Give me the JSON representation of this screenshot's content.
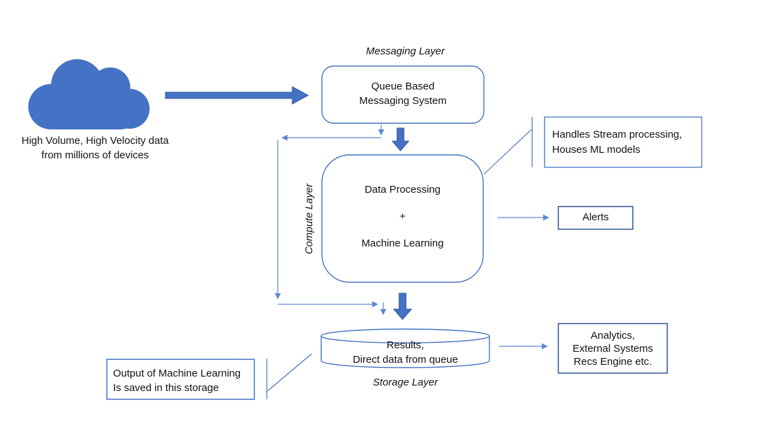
{
  "colors": {
    "shape_blue": "#4472C4",
    "dark_border_blue": "#2F5597",
    "connector_blue": "#5B87D5",
    "text_black": "#111111",
    "background": "#FFFFFF"
  },
  "source": {
    "icon": "cloud-icon",
    "label": "High Volume, High Velocity data\nfrom millions of devices"
  },
  "messaging_layer": {
    "title": "Messaging Layer",
    "node": "Queue Based\nMessaging System"
  },
  "compute_layer": {
    "title": "Compute Layer",
    "node": "Data Processing\n+\nMachine Learning"
  },
  "storage_layer": {
    "title": "Storage Layer",
    "node": "Results,\nDirect data from queue"
  },
  "callouts": {
    "stream_note": "Handles Stream processing,\nHouses ML models",
    "storage_note": "Output of Machine Learning\nIs saved in this storage"
  },
  "outputs": {
    "alerts": "Alerts",
    "analytics": "Analytics,\nExternal Systems\nRecs Engine etc."
  }
}
